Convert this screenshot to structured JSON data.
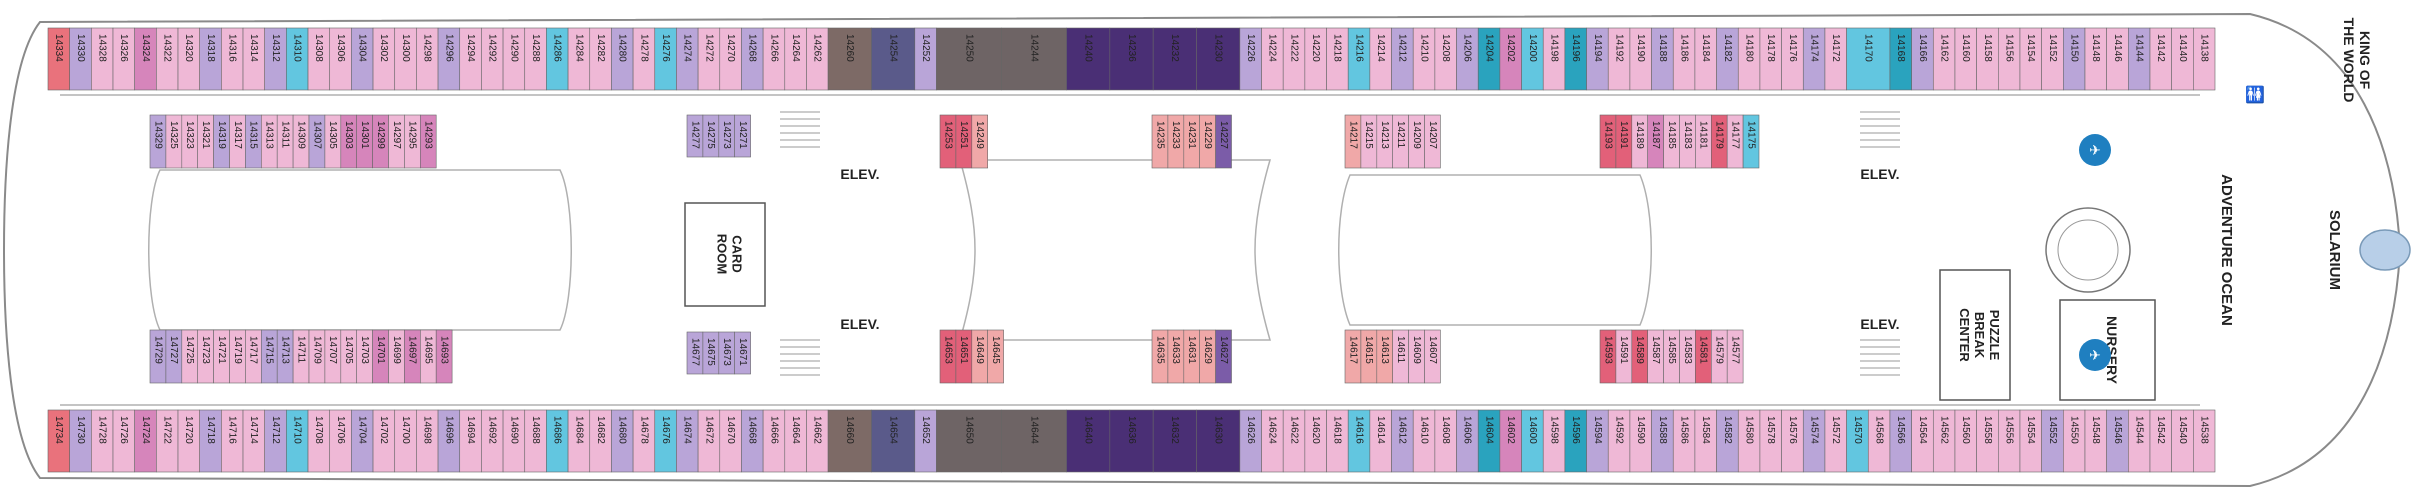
{
  "colors": {
    "hull_stroke": "#8a8a8a",
    "pink": "#efb8d6",
    "lavender": "#b9a5d8",
    "magenta": "#d685bb",
    "cyan": "#62c6e0",
    "teal": "#2aa3be",
    "blue_purple": "#7b5ca8",
    "deep_purple": "#4a2f75",
    "slate": "#5a5a8a",
    "taupe": "#7d6a66",
    "gray_brown": "#6e6465",
    "rose": "#e26079",
    "salmon": "#f0a8a8",
    "coral": "#e9727c",
    "icon_blue": "#1f7fc0"
  },
  "areas": {
    "card_room": "CARD\nROOM",
    "elev_fwd_top": "ELEV.",
    "elev_fwd_bottom": "ELEV.",
    "elev_aft_top": "ELEV.",
    "elev_aft_bottom": "ELEV.",
    "puzzle": "PUZZLE\nBREAK\nCENTER",
    "nursery": "NURSERY",
    "adventure_ocean": "ADVENTURE OCEAN",
    "solarium": "SOLARIUM",
    "king_of_world": "KING OF\nTHE WORLD"
  },
  "icons": {
    "accessible": "♿",
    "connecting": "◘"
  },
  "cabins": {
    "top_outer": {
      "labels": [
        "14334",
        "14330",
        "14328",
        "14326",
        "14324",
        "14322",
        "14320",
        "14318",
        "14316",
        "14314",
        "14312",
        "14310",
        "14308",
        "14306",
        "14304",
        "14302",
        "14300",
        "14298",
        "14296",
        "14294",
        "14292",
        "14290",
        "14288",
        "14286",
        "14284",
        "14282",
        "14280",
        "14278",
        "14276",
        "14274",
        "14272",
        "14270",
        "14268",
        "14266",
        "14264",
        "14262",
        "14260",
        "14254",
        "14252",
        "14250",
        "14244",
        "14240",
        "14236",
        "14232",
        "14230",
        "14226",
        "14224",
        "14222",
        "14220",
        "14218",
        "14216",
        "14214",
        "14212",
        "14210",
        "14208",
        "14206",
        "14204",
        "14202",
        "14200",
        "14198",
        "14196",
        "14194",
        "14192",
        "14190",
        "14188",
        "14186",
        "14184",
        "14182",
        "14180",
        "14178",
        "14176",
        "14174",
        "14172",
        "14170",
        "14168",
        "14166",
        "14162",
        "14160",
        "14158",
        "14156",
        "14154",
        "14152",
        "14150",
        "14148",
        "14146",
        "14144",
        "14142",
        "14140",
        "14138"
      ],
      "colors": [
        "coral",
        "lavender",
        "pink",
        "pink",
        "magenta",
        "pink",
        "pink",
        "lavender",
        "pink",
        "pink",
        "lavender",
        "cyan",
        "pink",
        "pink",
        "lavender",
        "pink",
        "pink",
        "pink",
        "lavender",
        "pink",
        "pink",
        "pink",
        "pink",
        "cyan",
        "pink",
        "pink",
        "lavender",
        "pink",
        "cyan",
        "lavender",
        "pink",
        "pink",
        "lavender",
        "pink",
        "pink",
        "pink",
        "taupe",
        "slate",
        "lavender",
        "gray_brown",
        "gray_brown",
        "deep_purple",
        "deep_purple",
        "deep_purple",
        "deep_purple",
        "lavender",
        "pink",
        "pink",
        "pink",
        "pink",
        "cyan",
        "pink",
        "lavender",
        "pink",
        "pink",
        "lavender",
        "teal",
        "magenta",
        "cyan",
        "pink",
        "teal",
        "lavender",
        "pink",
        "pink",
        "lavender",
        "pink",
        "pink",
        "lavender",
        "pink",
        "pink",
        "pink",
        "lavender",
        "pink",
        "cyan",
        "teal",
        "lavender",
        "pink",
        "pink",
        "pink",
        "pink",
        "pink",
        "pink",
        "lavender",
        "pink",
        "pink",
        "lavender",
        "pink",
        "pink",
        "pink"
      ],
      "widths": [
        1,
        1,
        1,
        1,
        1,
        1,
        1,
        1,
        1,
        1,
        1,
        1,
        1,
        1,
        1,
        1,
        1,
        1,
        1,
        1,
        1,
        1,
        1,
        1,
        1,
        1,
        1,
        1,
        1,
        1,
        1,
        1,
        1,
        1,
        1,
        1,
        2,
        2,
        1,
        3,
        3,
        2,
        2,
        2,
        2,
        1,
        1,
        1,
        1,
        1,
        1,
        1,
        1,
        1,
        1,
        1,
        1,
        1,
        1,
        1,
        1,
        1,
        1,
        1,
        1,
        1,
        1,
        1,
        1,
        1,
        1,
        1,
        1,
        2,
        1,
        1,
        1,
        1,
        1,
        1,
        1,
        1,
        1,
        1,
        1,
        1,
        1,
        1,
        1
      ]
    },
    "bottom_outer": {
      "labels": [
        "14734",
        "14730",
        "14728",
        "14726",
        "14724",
        "14722",
        "14720",
        "14718",
        "14716",
        "14714",
        "14712",
        "14710",
        "14708",
        "14706",
        "14704",
        "14702",
        "14700",
        "14698",
        "14696",
        "14694",
        "14692",
        "14690",
        "14688",
        "14686",
        "14684",
        "14682",
        "14680",
        "14678",
        "14676",
        "14674",
        "14672",
        "14670",
        "14668",
        "14666",
        "14664",
        "14662",
        "14660",
        "14654",
        "14652",
        "14650",
        "14644",
        "14640",
        "14636",
        "14632",
        "14630",
        "14626",
        "14624",
        "14622",
        "14620",
        "14618",
        "14616",
        "14614",
        "14612",
        "14610",
        "14608",
        "14606",
        "14604",
        "14602",
        "14600",
        "14598",
        "14596",
        "14594",
        "14592",
        "14590",
        "14588",
        "14586",
        "14584",
        "14582",
        "14580",
        "14578",
        "14576",
        "14574",
        "14572",
        "14570",
        "14568",
        "14566",
        "14564",
        "14562",
        "14560",
        "14558",
        "14556",
        "14554",
        "14552",
        "14550",
        "14548",
        "14546",
        "14544",
        "14542",
        "14540",
        "14538"
      ],
      "colors": [
        "coral",
        "lavender",
        "pink",
        "pink",
        "magenta",
        "pink",
        "pink",
        "lavender",
        "pink",
        "pink",
        "lavender",
        "cyan",
        "pink",
        "pink",
        "lavender",
        "pink",
        "pink",
        "pink",
        "lavender",
        "pink",
        "pink",
        "pink",
        "pink",
        "cyan",
        "pink",
        "pink",
        "lavender",
        "pink",
        "cyan",
        "lavender",
        "pink",
        "pink",
        "lavender",
        "pink",
        "pink",
        "pink",
        "taupe",
        "slate",
        "lavender",
        "gray_brown",
        "gray_brown",
        "deep_purple",
        "deep_purple",
        "deep_purple",
        "deep_purple",
        "lavender",
        "pink",
        "pink",
        "pink",
        "pink",
        "cyan",
        "pink",
        "lavender",
        "pink",
        "pink",
        "lavender",
        "teal",
        "magenta",
        "cyan",
        "pink",
        "teal",
        "lavender",
        "pink",
        "pink",
        "lavender",
        "pink",
        "pink",
        "lavender",
        "pink",
        "pink",
        "pink",
        "lavender",
        "pink",
        "cyan",
        "pink",
        "lavender",
        "pink",
        "pink",
        "pink",
        "pink",
        "pink",
        "pink",
        "lavender",
        "pink",
        "pink",
        "lavender",
        "pink",
        "pink",
        "pink",
        "pink"
      ],
      "widths": [
        1,
        1,
        1,
        1,
        1,
        1,
        1,
        1,
        1,
        1,
        1,
        1,
        1,
        1,
        1,
        1,
        1,
        1,
        1,
        1,
        1,
        1,
        1,
        1,
        1,
        1,
        1,
        1,
        1,
        1,
        1,
        1,
        1,
        1,
        1,
        1,
        2,
        2,
        1,
        3,
        3,
        2,
        2,
        2,
        2,
        1,
        1,
        1,
        1,
        1,
        1,
        1,
        1,
        1,
        1,
        1,
        1,
        1,
        1,
        1,
        1,
        1,
        1,
        1,
        1,
        1,
        1,
        1,
        1,
        1,
        1,
        1,
        1,
        1,
        1,
        1,
        1,
        1,
        1,
        1,
        1,
        1,
        1,
        1,
        1,
        1,
        1,
        1,
        1,
        1
      ]
    },
    "upper_inner_aft": {
      "labels": [
        "14329",
        "14325",
        "14323",
        "14321",
        "14319",
        "14317",
        "14315",
        "14313",
        "14311",
        "14309",
        "14307",
        "14305",
        "14303",
        "14301",
        "14299",
        "14297",
        "14295",
        "14293"
      ],
      "colors": [
        "lavender",
        "pink",
        "pink",
        "pink",
        "lavender",
        "pink",
        "lavender",
        "pink",
        "pink",
        "pink",
        "lavender",
        "pink",
        "magenta",
        "magenta",
        "magenta",
        "pink",
        "pink",
        "magenta"
      ]
    },
    "lower_inner_aft": {
      "labels": [
        "14729",
        "14727",
        "14725",
        "14723",
        "14721",
        "14719",
        "14717",
        "14715",
        "14713",
        "14711",
        "14709",
        "14707",
        "14705",
        "14703",
        "14701",
        "14699",
        "14697",
        "14695",
        "14693"
      ],
      "colors": [
        "lavender",
        "lavender",
        "pink",
        "pink",
        "pink",
        "pink",
        "pink",
        "lavender",
        "lavender",
        "pink",
        "pink",
        "pink",
        "pink",
        "pink",
        "magenta",
        "pink",
        "magenta",
        "pink",
        "magenta"
      ]
    },
    "upper_inner_cluster_a": {
      "labels": [
        "14277",
        "14275",
        "14273",
        "14271"
      ],
      "colors": [
        "lavender",
        "lavender",
        "lavender",
        "lavender"
      ]
    },
    "lower_inner_cluster_a": {
      "labels": [
        "14677",
        "14675",
        "14673",
        "14671"
      ],
      "colors": [
        "lavender",
        "lavender",
        "lavender",
        "lavender"
      ]
    },
    "upper_inner_cluster_b": {
      "labels": [
        "14253",
        "14251",
        "14249"
      ],
      "colors": [
        "rose",
        "rose",
        "salmon"
      ]
    },
    "lower_inner_cluster_b": {
      "labels": [
        "14653",
        "14651",
        "14649",
        "14645"
      ],
      "colors": [
        "rose",
        "rose",
        "salmon",
        "salmon"
      ]
    },
    "upper_inner_cluster_c": {
      "labels": [
        "14235",
        "14233",
        "14231",
        "14229",
        "14227"
      ],
      "colors": [
        "salmon",
        "salmon",
        "salmon",
        "salmon",
        "blue_purple"
      ]
    },
    "lower_inner_cluster_c": {
      "labels": [
        "14635",
        "14633",
        "14631",
        "14629",
        "14627"
      ],
      "colors": [
        "salmon",
        "salmon",
        "salmon",
        "salmon",
        "blue_purple"
      ]
    },
    "upper_inner_cluster_d": {
      "labels": [
        "14217",
        "14215",
        "14213",
        "14211",
        "14209",
        "14207"
      ],
      "colors": [
        "salmon",
        "pink",
        "pink",
        "pink",
        "pink",
        "pink"
      ]
    },
    "lower_inner_cluster_d": {
      "labels": [
        "14617",
        "14615",
        "14613",
        "14611",
        "14609",
        "14607"
      ],
      "colors": [
        "salmon",
        "salmon",
        "salmon",
        "pink",
        "pink",
        "pink"
      ]
    },
    "upper_inner_cluster_e": {
      "labels": [
        "14193",
        "14191",
        "14189",
        "14187",
        "14185",
        "14183",
        "14181",
        "14179",
        "14177",
        "14175"
      ],
      "colors": [
        "rose",
        "rose",
        "pink",
        "magenta",
        "pink",
        "pink",
        "pink",
        "rose",
        "pink",
        "cyan"
      ]
    },
    "lower_inner_cluster_e": {
      "labels": [
        "14593",
        "14591",
        "14589",
        "14587",
        "14585",
        "14583",
        "14581",
        "14579",
        "14577"
      ],
      "colors": [
        "rose",
        "pink",
        "rose",
        "pink",
        "pink",
        "pink",
        "rose",
        "pink",
        "pink"
      ]
    }
  }
}
